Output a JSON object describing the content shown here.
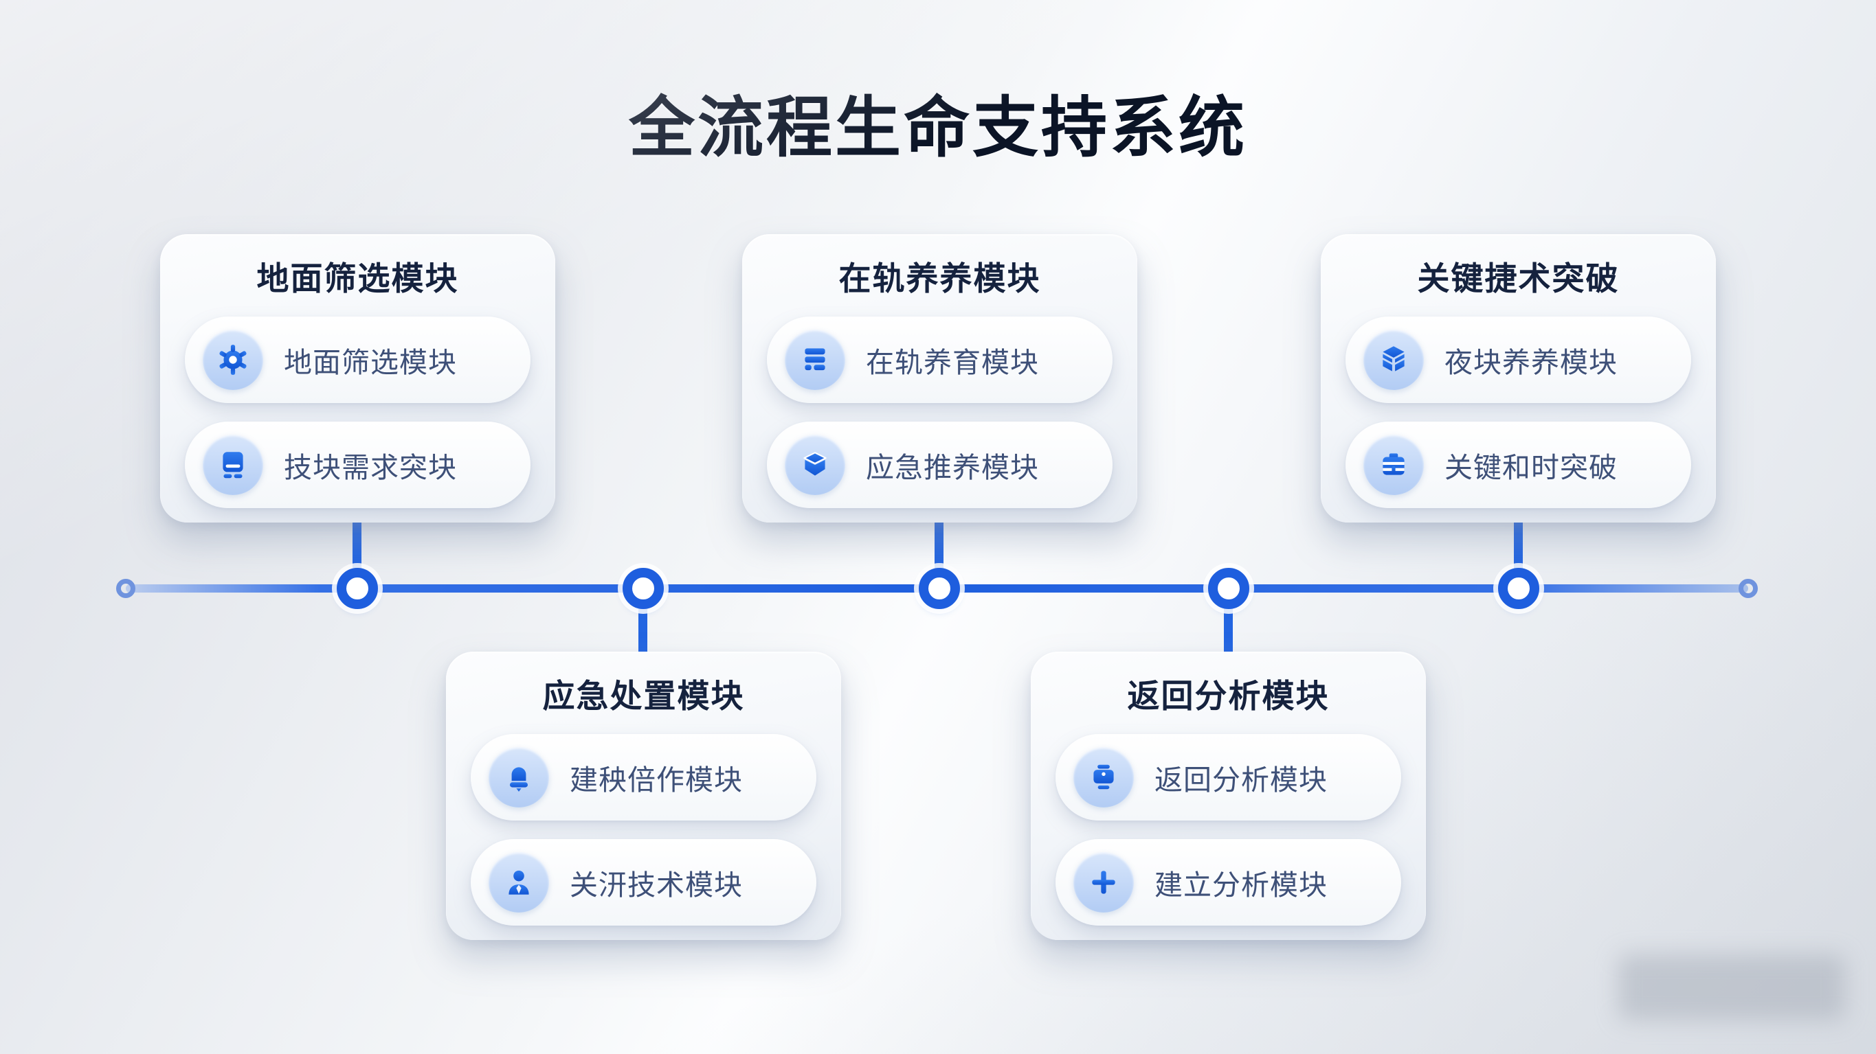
{
  "header": {
    "title": "全流程生命支持系统"
  },
  "colors": {
    "accent_blue": "#1e5ede",
    "icon_blue": "#1d63e3",
    "icon_circle_bg": "#c5d9f8",
    "title_color": "#0b1426",
    "card_title_color": "#15223e",
    "item_text_color": "#3e5078",
    "background": "#e9ecf1"
  },
  "cards": [
    {
      "title": "地面筛选模块",
      "position": "top",
      "items": [
        {
          "icon": "gear-icon",
          "label": "地面筛选模块"
        },
        {
          "icon": "book-icon",
          "label": "技块需求突块"
        }
      ]
    },
    {
      "title": "在轨养养模块",
      "position": "top",
      "items": [
        {
          "icon": "list-icon",
          "label": "在轨养育模块"
        },
        {
          "icon": "box-icon",
          "label": "应急推养模块"
        }
      ]
    },
    {
      "title": "关键捷术突破",
      "position": "top",
      "items": [
        {
          "icon": "cube-stack-icon",
          "label": "夜块养养模块"
        },
        {
          "icon": "toolbox-icon",
          "label": "关键和时突破"
        }
      ]
    },
    {
      "title": "应急处置模块",
      "position": "bottom",
      "items": [
        {
          "icon": "siren-icon",
          "label": "建秧倍作模块"
        },
        {
          "icon": "person-icon",
          "label": "关汧技术模块"
        }
      ]
    },
    {
      "title": "返回分析模块",
      "position": "bottom",
      "items": [
        {
          "icon": "briefcase-icon",
          "label": "返回分析模块"
        },
        {
          "icon": "plus-icon",
          "label": "建立分析模块"
        }
      ]
    }
  ],
  "timeline": {
    "node_count": 5,
    "endpoint_count": 2
  }
}
